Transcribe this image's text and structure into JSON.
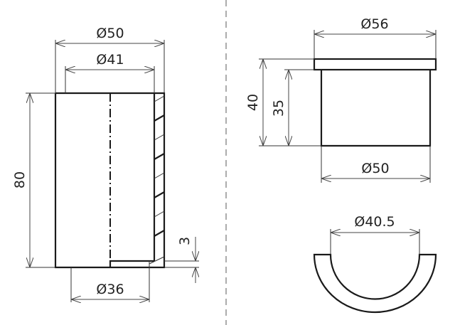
{
  "drawing": {
    "type": "technical-drawing",
    "views": {
      "side_section": {
        "dimensions": {
          "outer_diameter": "Ø50",
          "inner_diameter": "Ø41",
          "height": "80",
          "bottom_diameter": "Ø36",
          "bottom_thickness": "3"
        }
      },
      "front_view": {
        "dimensions": {
          "flange_diameter": "Ø56",
          "body_diameter": "Ø50",
          "total_height": "40",
          "body_height": "35"
        }
      },
      "half_ring_view": {
        "dimensions": {
          "inner_diameter": "Ø40.5"
        }
      }
    },
    "colors": {
      "line": "#1a1a1a",
      "dimension": "#444444",
      "separator": "#888888",
      "background": "#ffffff"
    }
  }
}
